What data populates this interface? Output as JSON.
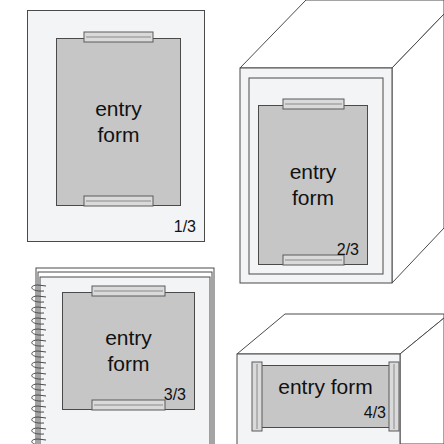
{
  "diagram": {
    "nodes": [
      {
        "text": [
          "1/3"
        ]
      },
      {
        "text": [
          "entry form"
        ],
        "in": 0
      },
      {
        "text": [
          "entry form",
          "2/3"
        ]
      },
      {
        "text": [
          "entry form",
          "3/3"
        ]
      },
      {
        "text": [
          "entry form",
          "4/3"
        ]
      }
    ]
  }
}
